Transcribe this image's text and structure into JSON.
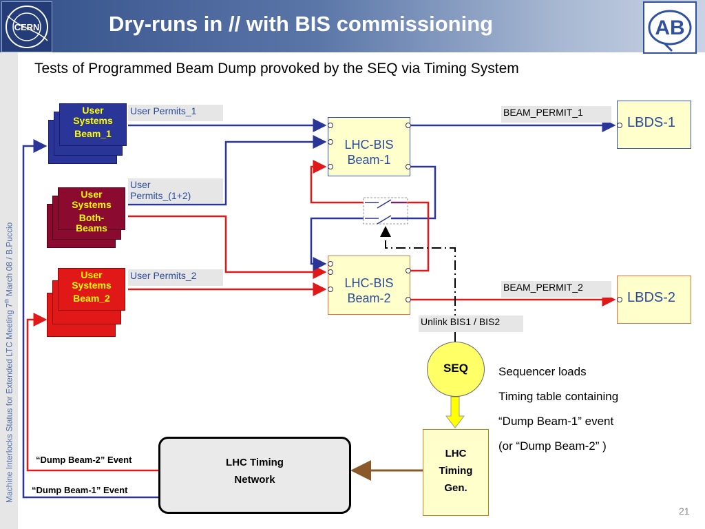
{
  "header": {
    "title": "Dry-runs in // with BIS commissioning",
    "logo_left": "CERN",
    "logo_right": "AB"
  },
  "subtitle": "Tests of Programmed Beam Dump provoked by the SEQ via Timing System",
  "sidebar": {
    "text_main": "Machine Interlocks Status  for  Extended LTC  Meeting 7",
    "text_sup": "th",
    "text_rest": " March 08 /  B.Puccio"
  },
  "user_systems": [
    {
      "line1": "User",
      "line2": "Systems",
      "line3": "Beam_1",
      "color": "#2a3598"
    },
    {
      "line1": "User",
      "line2": "Systems",
      "line3": "Both-",
      "line4": "Beams",
      "color": "#8a0a30"
    },
    {
      "line1": "User",
      "line2": "Systems",
      "line3": "Beam_2",
      "color": "#e01818"
    }
  ],
  "labels": {
    "user_permits_1": "User Permits_1",
    "user_permits_12_a": "User",
    "user_permits_12_b": "Permits_(1+2)",
    "user_permits_2": "User Permits_2",
    "beam_permit_1": "BEAM_PERMIT_1",
    "beam_permit_2": "BEAM_PERMIT_2",
    "unlink": "Unlink BIS1 / BIS2"
  },
  "bis1": {
    "line1": "LHC-BIS",
    "line2": "Beam-1"
  },
  "bis2": {
    "line1": "LHC-BIS",
    "line2": "Beam-2"
  },
  "lbds1": "LBDS-1",
  "lbds2": "LBDS-2",
  "seq": "SEQ",
  "timing_gen": {
    "line1": "LHC",
    "line2": "Timing",
    "line3": "Gen."
  },
  "timing_net": {
    "line1": "LHC Timing",
    "line2": "Network"
  },
  "events": {
    "dump_beam_2": "“Dump Beam-2”  Event",
    "dump_beam_1": "“Dump Beam-1” Event"
  },
  "notes": [
    "Sequencer loads",
    "Timing table containing",
    "“Dump Beam-1” event",
    "(or “Dump Beam-2” )"
  ],
  "page_number": "21",
  "colors": {
    "blue_wire": "#2a3598",
    "red_wire": "#e01818",
    "brown_arrow": "#8a5a2a",
    "yellow_arrow": "#ffff00"
  }
}
